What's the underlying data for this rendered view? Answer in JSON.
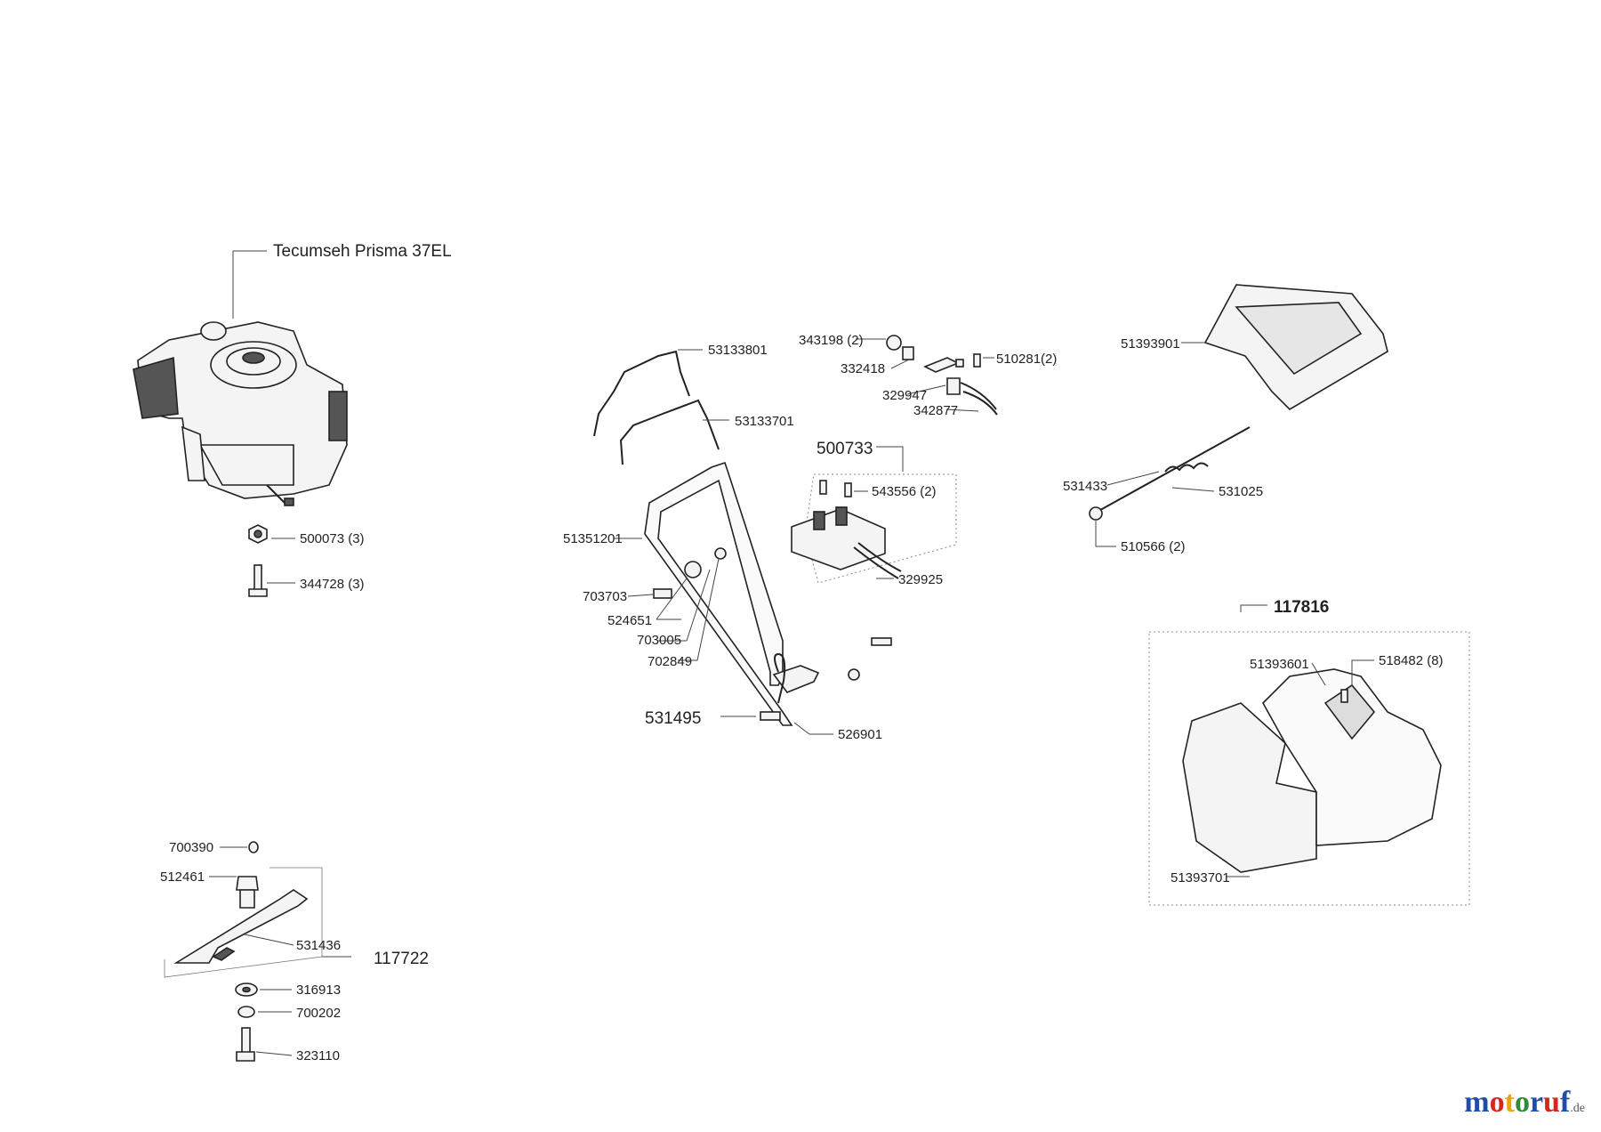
{
  "engine": {
    "title": "Tecumseh  Prisma 37EL"
  },
  "labels": {
    "p500073": "500073 (3)",
    "p344728": "344728 (3)",
    "p53133801": "53133801",
    "p53133701": "53133701",
    "p51351201": "51351201",
    "p703703": "703703",
    "p524651": "524651",
    "p703005": "703005",
    "p702849": "702849",
    "p531495": "531495",
    "p526901": "526901",
    "p343198": "343198 (2)",
    "p332418": "332418",
    "p329947": "329947",
    "p342877": "342877",
    "p510281": "510281(2)",
    "p500733": "500733",
    "p543556": "543556 (2)",
    "p329925": "329925",
    "p51393901": "51393901",
    "p531433": "531433",
    "p531025": "531025",
    "p510566": "510566 (2)",
    "p117816": "117816",
    "p51393601": "51393601",
    "p518482": "518482 (8)",
    "p51393701": "51393701",
    "p700390": "700390",
    "p512461": "512461",
    "p531436": "531436",
    "p117722": "117722",
    "p316913": "316913",
    "p700202": "700202",
    "p323110": "323110"
  },
  "logo": {
    "text": "motoruf",
    "suffix": ".de",
    "colors": [
      "#1f4ea3",
      "#d7261e",
      "#e7a51c",
      "#2e8b3a",
      "#1f4ea3",
      "#d7261e",
      "#1f4ea3"
    ]
  }
}
